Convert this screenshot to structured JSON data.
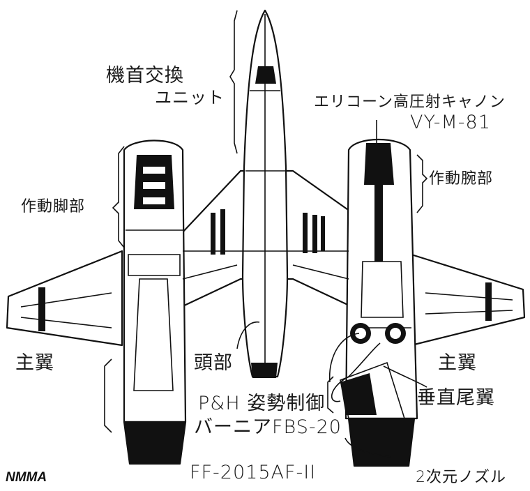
{
  "labels": {
    "nose_swap_1": "機首交換",
    "nose_swap_2": "ユニット",
    "cannon_1": "エリコーン高圧射キャノン",
    "cannon_2": "VY-M-81",
    "arm": "作動腕部",
    "leg": "作動脚部",
    "wing_left": "主翼",
    "wing_right": "主翼",
    "head": "頭部",
    "tail": "垂直尾翼",
    "vernier_1": "P&H 姿勢制御",
    "vernier_2": "バーニアFBS-20",
    "engine": "FF-2015AF-II",
    "nozzle": "2次元ノズル"
  },
  "credit": "NMMA"
}
